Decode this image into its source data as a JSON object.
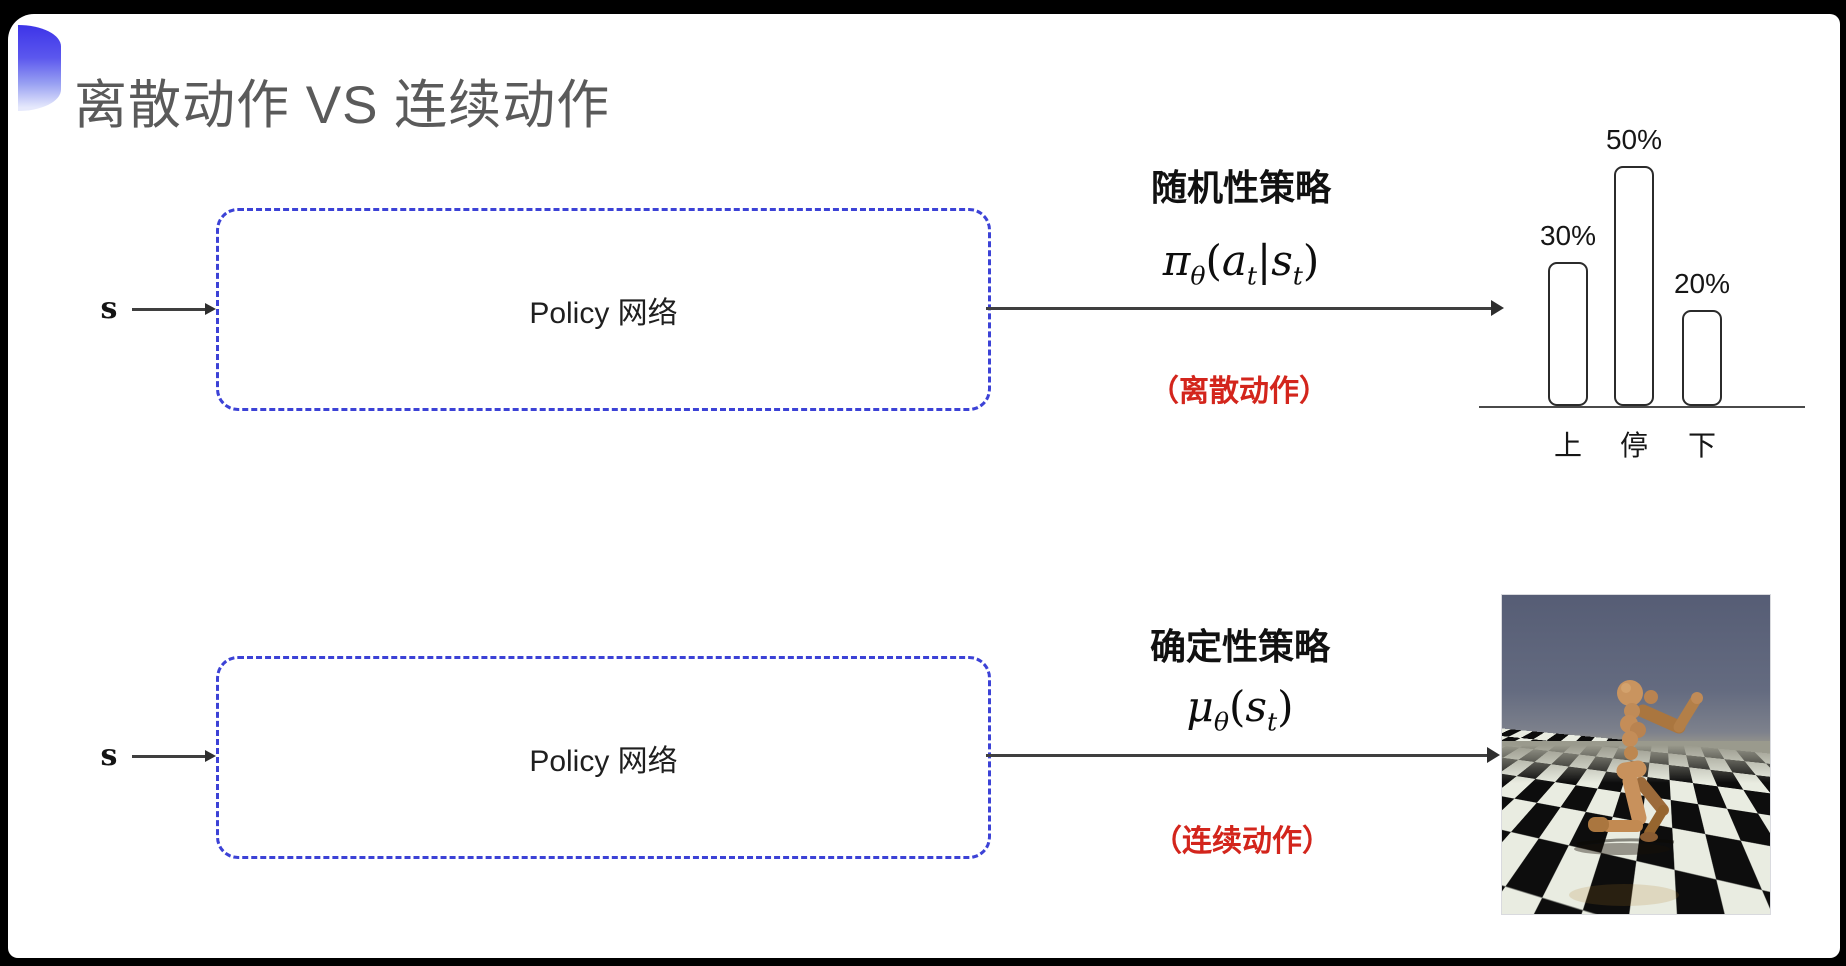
{
  "slide": {
    "title": "离散动作 VS 连续动作"
  },
  "top_row": {
    "input_label": "s",
    "box_label": "Policy 网络",
    "policy_title": "随机性策略",
    "formula": {
      "pi": "π",
      "pi_sub": "θ",
      "open": "(",
      "a": "a",
      "a_sub": "t",
      "bar": "|",
      "s": "s",
      "s_sub": "t",
      "close": ")"
    },
    "action_type": "（离散动作）"
  },
  "bottom_row": {
    "input_label": "s",
    "box_label": "Policy 网络",
    "policy_title": "确定性策略",
    "formula": {
      "mu": "μ",
      "mu_sub": "θ",
      "open": "(",
      "s": "s",
      "s_sub": "t",
      "close": ")"
    },
    "action_type": "（连续动作）"
  },
  "chart_data": {
    "type": "bar",
    "title": "",
    "categories": [
      "上",
      "停",
      "下"
    ],
    "values": [
      30,
      50,
      20
    ],
    "value_labels": [
      "30%",
      "50%",
      "20%"
    ],
    "xlabel": "",
    "ylabel": "",
    "ylim": [
      0,
      60
    ],
    "grid": false,
    "legend": "none",
    "bar_style": "white fill, dark rounded outline"
  },
  "photo": {
    "alt": "MuJoCo humanoid robot running on a checkerboard floor"
  },
  "colors": {
    "box_border_blue": "#3c42d6",
    "red_action_label": "#d3251c",
    "title_gray": "#5a5a5a",
    "arrow_dark": "#3f3f3f"
  }
}
